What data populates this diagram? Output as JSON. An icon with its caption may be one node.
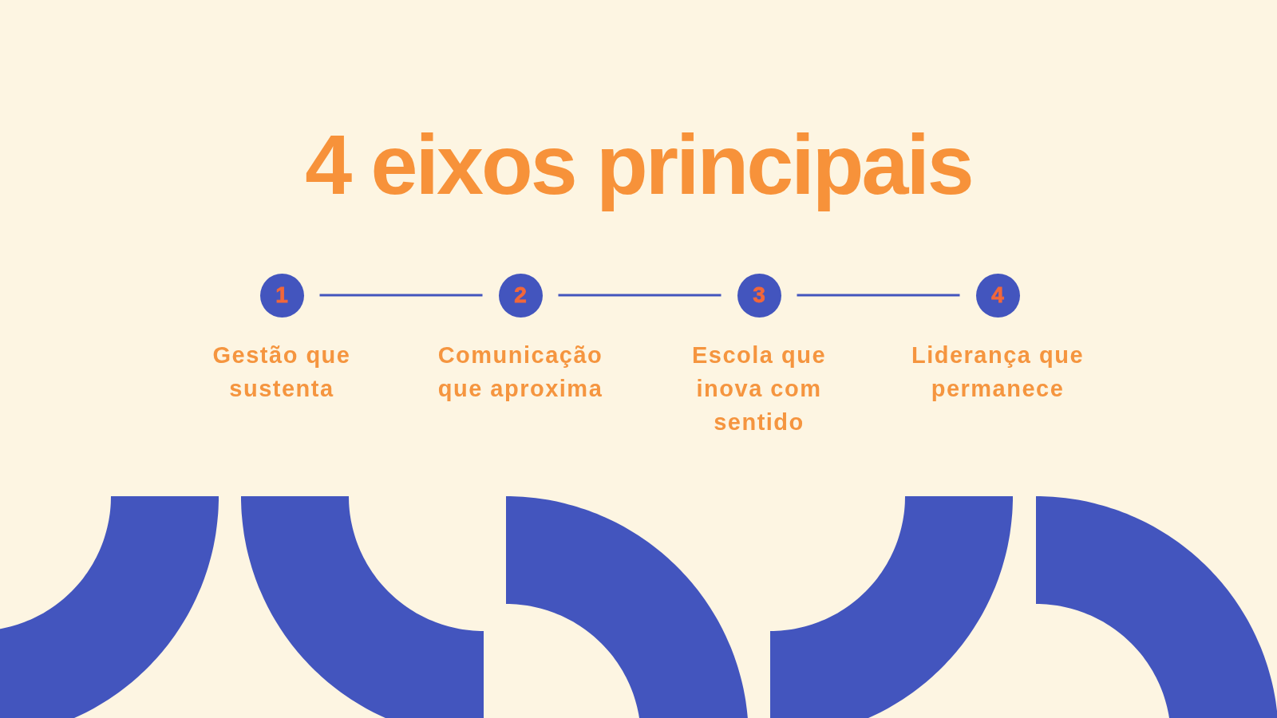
{
  "diagram": {
    "title": "4 eixos principais",
    "nodes": [
      {
        "text": [
          "1"
        ],
        "beside": [
          "Gestão que sustenta"
        ]
      },
      {
        "text": [
          "2"
        ],
        "beside": [
          "Comunicação que aproxima"
        ]
      },
      {
        "text": [
          "3"
        ],
        "beside": [
          "Escola que inova com sentido"
        ]
      },
      {
        "text": [
          "4"
        ],
        "beside": [
          "Liderança que permanece"
        ]
      }
    ],
    "edges": [
      {
        "from": 0,
        "to": 1,
        "arrow": "none"
      },
      {
        "from": 1,
        "to": 2,
        "arrow": "none"
      },
      {
        "from": 2,
        "to": 3,
        "arrow": "none"
      }
    ]
  }
}
